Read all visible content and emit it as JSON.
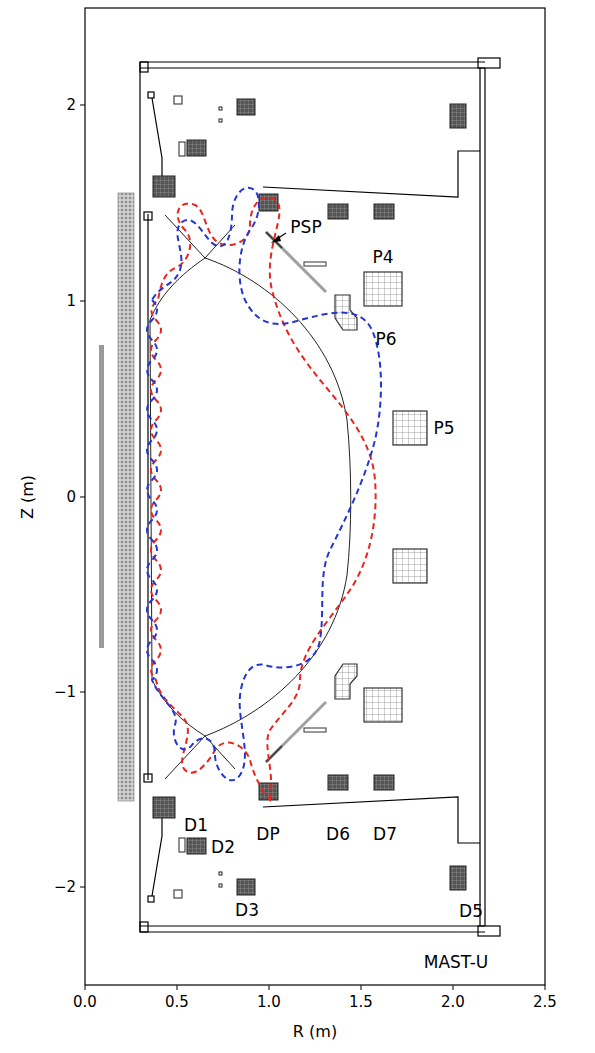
{
  "diagram": {
    "labels": [
      "2",
      "1",
      "0",
      "−1",
      "−2",
      "Z (m)",
      "0.0",
      "0.5",
      "1.0",
      "1.5",
      "2.0",
      "2.5",
      "R (m)",
      "PSP",
      "P4",
      "P6",
      "P5",
      "D1",
      "D2",
      "D3",
      "DP",
      "D6",
      "D7",
      "D5",
      "MAST-U"
    ]
  }
}
